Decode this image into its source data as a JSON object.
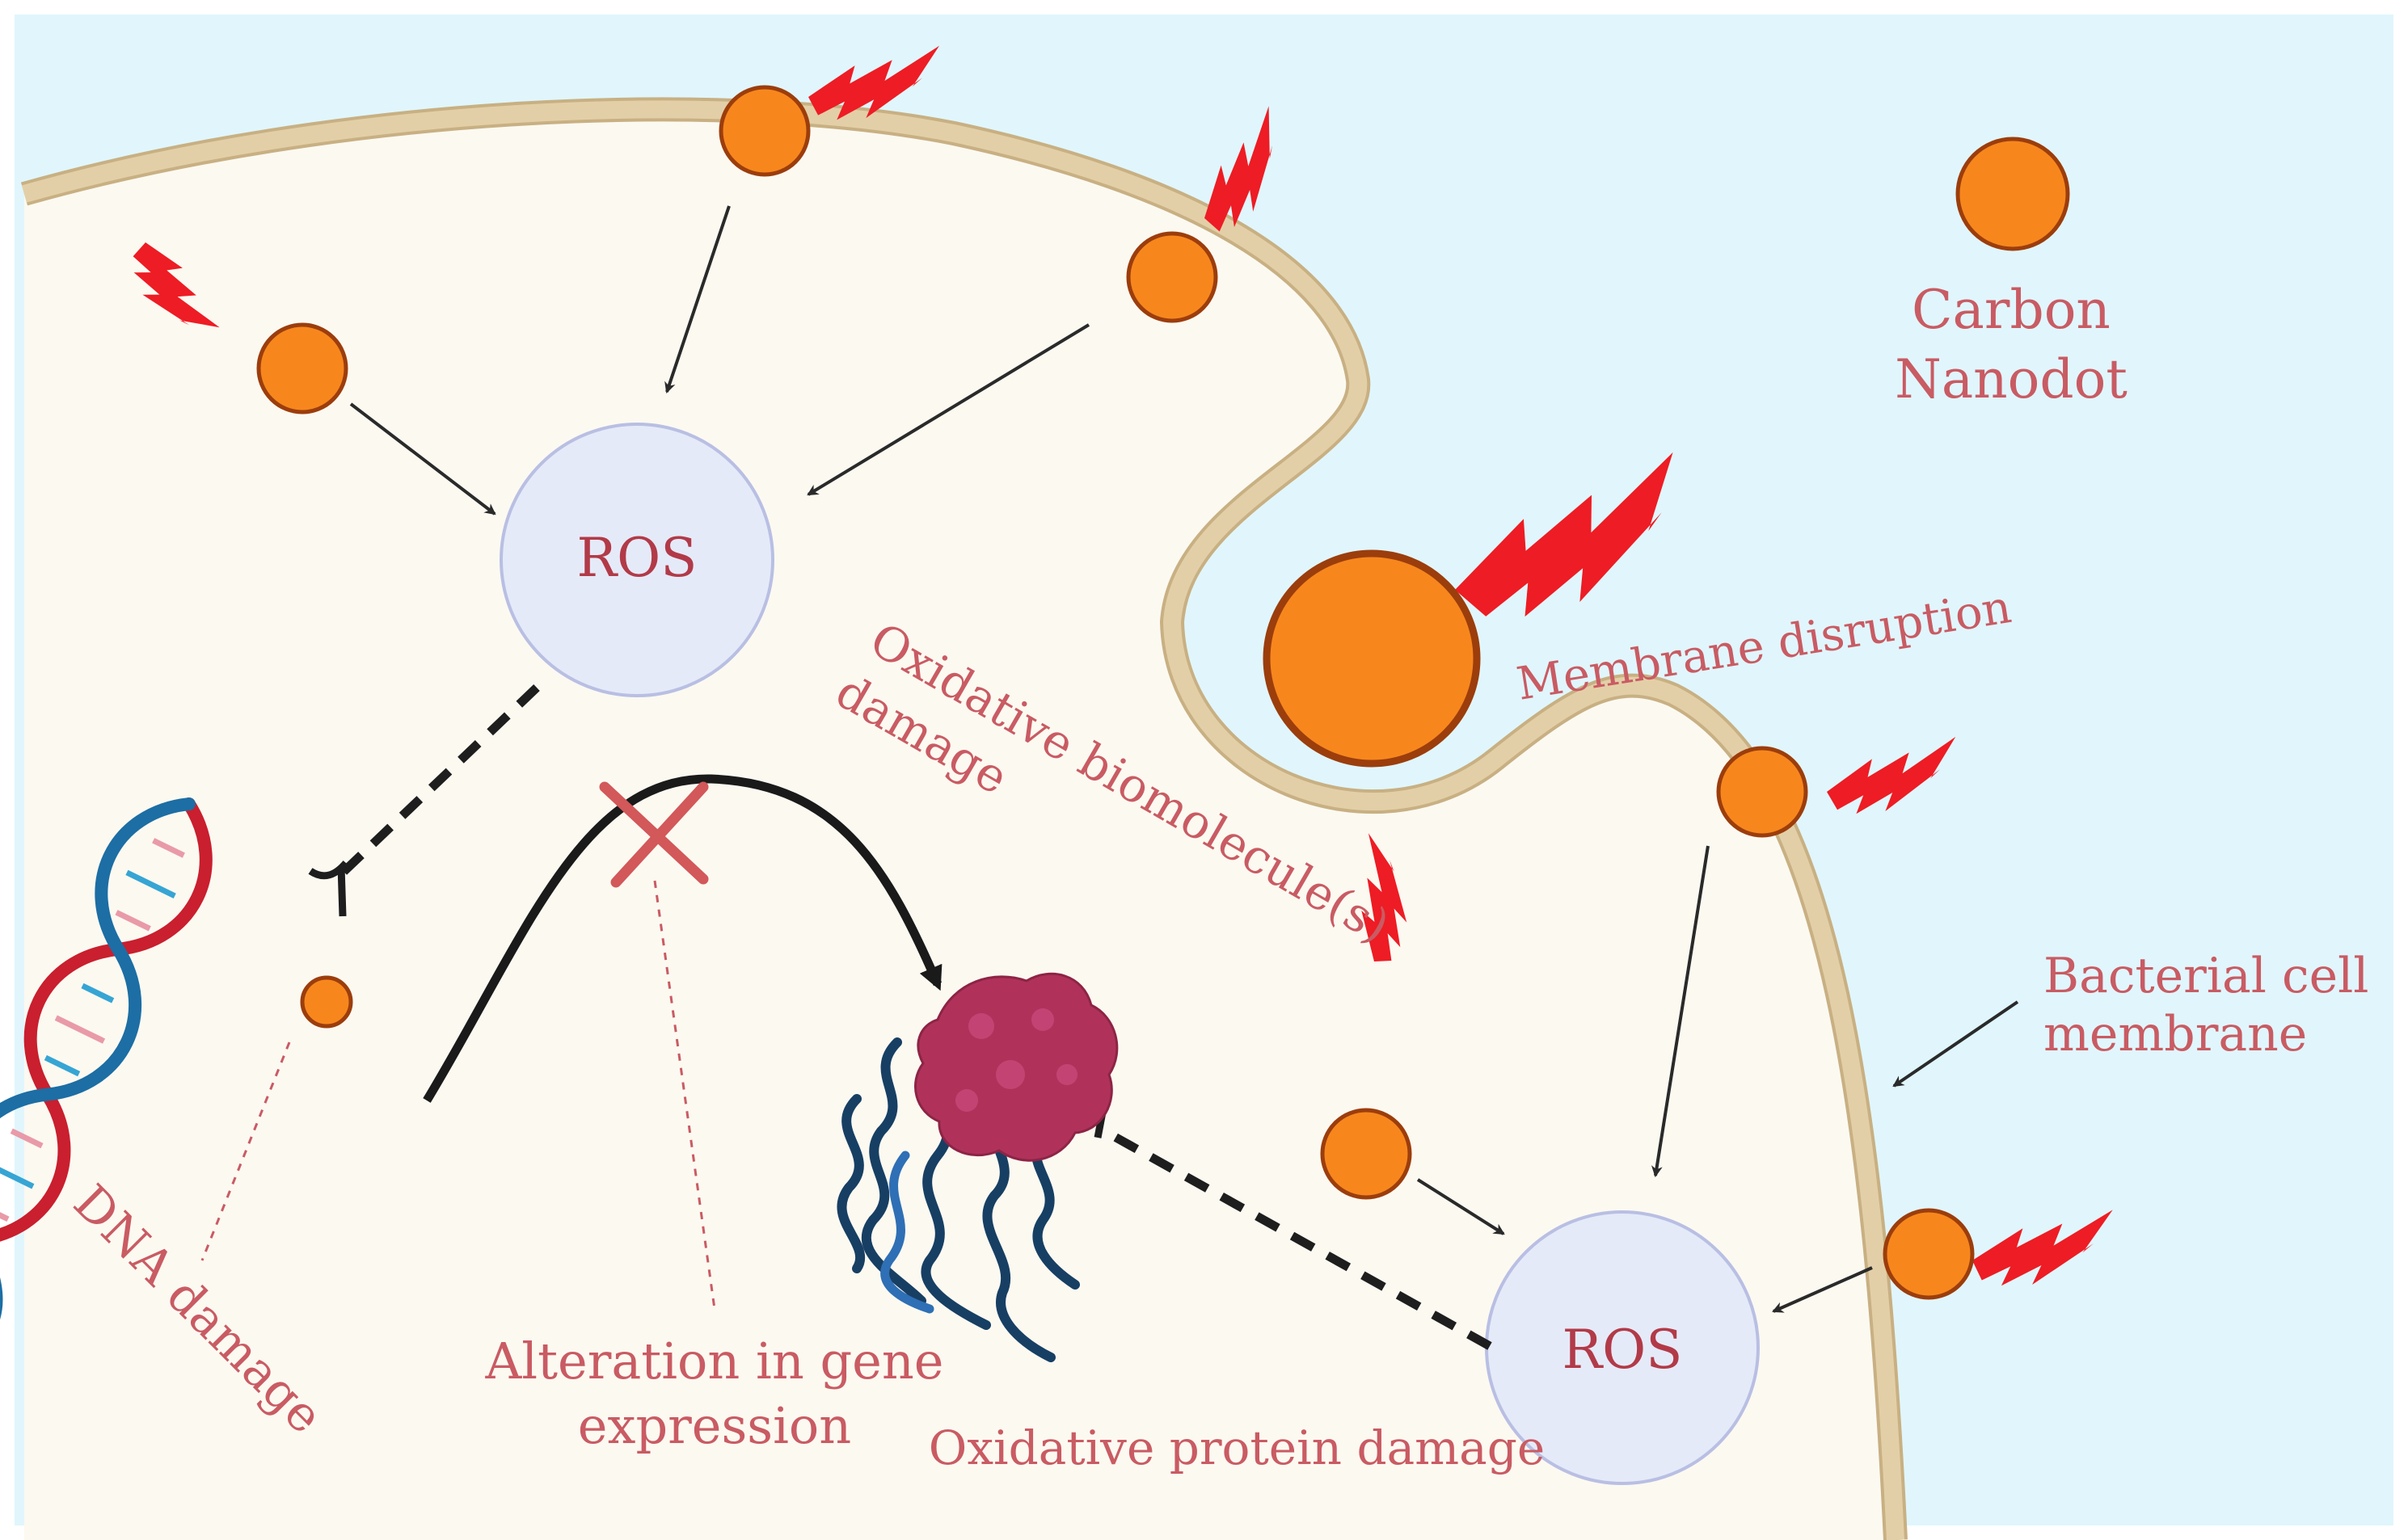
{
  "labels": {
    "carbon_nanodot_line1": "Carbon",
    "carbon_nanodot_line2": "Nanodot",
    "ros_top": "ROS",
    "ros_bottom": "ROS",
    "oxidative_biomolecule_line1": "Oxidative biomolecule(s)",
    "oxidative_biomolecule_line2": "damage",
    "membrane_disruption": "Membrane disruption",
    "bacterial_membrane_line1": "Bacterial cell",
    "bacterial_membrane_line2": "membrane",
    "dna_damage": "DNA damage",
    "gene_expression_line1": "Alteration in gene",
    "gene_expression_line2": "expression",
    "protein_damage": "Oxidative protein damage"
  },
  "colors": {
    "extracellular": "#e0f6fc",
    "cytoplasm": "#fcf9f1",
    "membrane": "#e3cfa7",
    "membrane_edge": "#c8b083",
    "nanodot_fill": "#f7871d",
    "nanodot_stroke": "#9c3d0c",
    "lightning": "#ee1c24",
    "ros_fill": "#e5eaf8",
    "ros_stroke": "#b9bfe3",
    "label_text": "#c95b63",
    "dna_red": "#c91f2e",
    "dna_blue": "#1c6ea4",
    "protein": "#b0325a",
    "protein_chain": "#173f63"
  },
  "icons": {
    "nanodot": "orange-circle",
    "ros": "lavender-circle",
    "energy": "lightning-bolt-icon",
    "dna": "dna-helix-icon",
    "protein": "protein-blob-icon",
    "inhibition": "tee-blocked-icon",
    "cross": "x-cross-icon"
  }
}
